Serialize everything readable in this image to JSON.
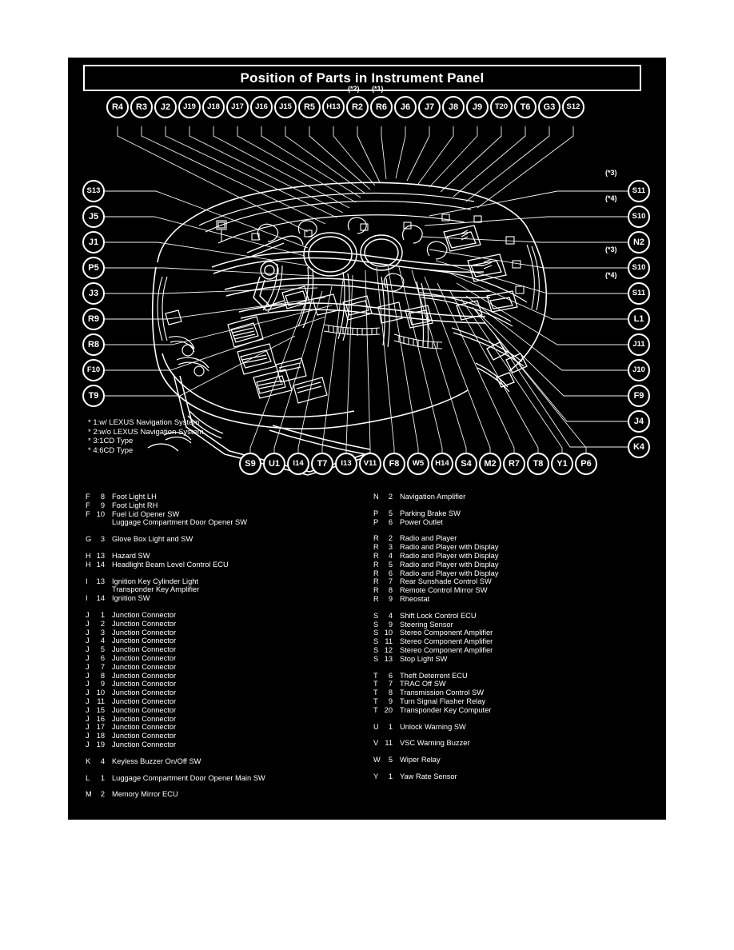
{
  "title": "Position of Parts in Instrument Panel",
  "footnotes": [
    "* 1:w/ LEXUS Navigation System",
    "* 2:w/o LEXUS Navigation System",
    "* 3:1CD Type",
    "* 4:6CD Type"
  ],
  "colors": {
    "panel_background": "#000000",
    "ink": "#ffffff",
    "page_background": "#ffffff"
  },
  "callouts": {
    "top": [
      {
        "label": "R4",
        "note": ""
      },
      {
        "label": "R3",
        "note": ""
      },
      {
        "label": "J2",
        "note": ""
      },
      {
        "label": "J19",
        "note": ""
      },
      {
        "label": "J18",
        "note": ""
      },
      {
        "label": "J17",
        "note": ""
      },
      {
        "label": "J16",
        "note": ""
      },
      {
        "label": "J15",
        "note": ""
      },
      {
        "label": "R5",
        "note": ""
      },
      {
        "label": "H13",
        "note": ""
      },
      {
        "label": "R2",
        "note": "(*2)"
      },
      {
        "label": "R6",
        "note": "(*1)"
      },
      {
        "label": "J6",
        "note": ""
      },
      {
        "label": "J7",
        "note": ""
      },
      {
        "label": "J8",
        "note": ""
      },
      {
        "label": "J9",
        "note": ""
      },
      {
        "label": "T20",
        "note": ""
      },
      {
        "label": "T6",
        "note": ""
      },
      {
        "label": "G3",
        "note": ""
      },
      {
        "label": "S12",
        "note": ""
      }
    ],
    "left": [
      {
        "label": "S13",
        "note": ""
      },
      {
        "label": "J5",
        "note": ""
      },
      {
        "label": "J1",
        "note": ""
      },
      {
        "label": "P5",
        "note": ""
      },
      {
        "label": "J3",
        "note": ""
      },
      {
        "label": "R9",
        "note": ""
      },
      {
        "label": "R8",
        "note": ""
      },
      {
        "label": "F10",
        "note": ""
      },
      {
        "label": "T9",
        "note": ""
      }
    ],
    "right": [
      {
        "label": "S11",
        "note": "(*3)"
      },
      {
        "label": "S10",
        "note": "(*4)"
      },
      {
        "label": "N2",
        "note": ""
      },
      {
        "label": "S10",
        "note": "(*3)"
      },
      {
        "label": "S11",
        "note": "(*4)"
      },
      {
        "label": "L1",
        "note": ""
      },
      {
        "label": "J11",
        "note": ""
      },
      {
        "label": "J10",
        "note": ""
      },
      {
        "label": "F9",
        "note": ""
      },
      {
        "label": "J4",
        "note": ""
      },
      {
        "label": "K4",
        "note": ""
      }
    ],
    "bottom": [
      {
        "label": "S9",
        "note": ""
      },
      {
        "label": "U1",
        "note": ""
      },
      {
        "label": "I14",
        "note": ""
      },
      {
        "label": "T7",
        "note": ""
      },
      {
        "label": "I13",
        "note": ""
      },
      {
        "label": "V11",
        "note": ""
      },
      {
        "label": "F8",
        "note": ""
      },
      {
        "label": "W5",
        "note": ""
      },
      {
        "label": "H14",
        "note": ""
      },
      {
        "label": "S4",
        "note": ""
      },
      {
        "label": "M2",
        "note": ""
      },
      {
        "label": "R7",
        "note": ""
      },
      {
        "label": "T8",
        "note": ""
      },
      {
        "label": "Y1",
        "note": ""
      },
      {
        "label": "P6",
        "note": ""
      }
    ]
  },
  "legend_left": [
    {
      "code": "F",
      "num": "8",
      "desc": "Foot Light LH"
    },
    {
      "code": "F",
      "num": "9",
      "desc": "Foot Light RH"
    },
    {
      "code": "F",
      "num": "10",
      "desc": "Fuel Lid Opener SW"
    },
    {
      "code": "",
      "num": "",
      "desc": "Luggage Compartment Door Opener SW",
      "sub": true
    },
    {
      "gap": true
    },
    {
      "code": "G",
      "num": "3",
      "desc": "Glove Box Light and SW"
    },
    {
      "gap": true
    },
    {
      "code": "H",
      "num": "13",
      "desc": "Hazard SW"
    },
    {
      "code": "H",
      "num": "14",
      "desc": "Headlight Beam Level Control ECU"
    },
    {
      "gap": true
    },
    {
      "code": "I",
      "num": "13",
      "desc": "Ignition Key Cylinder Light"
    },
    {
      "code": "",
      "num": "",
      "desc": "Transponder Key Amplifier",
      "sub": true
    },
    {
      "code": "I",
      "num": "14",
      "desc": "Ignition SW"
    },
    {
      "gap": true
    },
    {
      "code": "J",
      "num": "1",
      "desc": "Junction Connector"
    },
    {
      "code": "J",
      "num": "2",
      "desc": "Junction Connector"
    },
    {
      "code": "J",
      "num": "3",
      "desc": "Junction Connector"
    },
    {
      "code": "J",
      "num": "4",
      "desc": "Junction Connector"
    },
    {
      "code": "J",
      "num": "5",
      "desc": "Junction Connector"
    },
    {
      "code": "J",
      "num": "6",
      "desc": "Junction Connector"
    },
    {
      "code": "J",
      "num": "7",
      "desc": "Junction Connector"
    },
    {
      "code": "J",
      "num": "8",
      "desc": "Junction Connector"
    },
    {
      "code": "J",
      "num": "9",
      "desc": "Junction Connector"
    },
    {
      "code": "J",
      "num": "10",
      "desc": "Junction Connector"
    },
    {
      "code": "J",
      "num": "11",
      "desc": "Junction Connector"
    },
    {
      "code": "J",
      "num": "15",
      "desc": "Junction Connector"
    },
    {
      "code": "J",
      "num": "16",
      "desc": "Junction Connector"
    },
    {
      "code": "J",
      "num": "17",
      "desc": "Junction Connector"
    },
    {
      "code": "J",
      "num": "18",
      "desc": "Junction Connector"
    },
    {
      "code": "J",
      "num": "19",
      "desc": "Junction Connector"
    },
    {
      "gap": true
    },
    {
      "code": "K",
      "num": "4",
      "desc": "Keyless Buzzer On/Off SW"
    },
    {
      "gap": true
    },
    {
      "code": "L",
      "num": "1",
      "desc": "Luggage Compartment Door Opener Main SW"
    },
    {
      "gap": true
    },
    {
      "code": "M",
      "num": "2",
      "desc": "Memory Mirror ECU"
    }
  ],
  "legend_right": [
    {
      "code": "N",
      "num": "2",
      "desc": "Navigation Amplifier"
    },
    {
      "gap": true
    },
    {
      "code": "P",
      "num": "5",
      "desc": "Parking Brake SW"
    },
    {
      "code": "P",
      "num": "6",
      "desc": "Power Outlet"
    },
    {
      "gap": true
    },
    {
      "code": "R",
      "num": "2",
      "desc": "Radio and Player"
    },
    {
      "code": "R",
      "num": "3",
      "desc": "Radio and Player with Display"
    },
    {
      "code": "R",
      "num": "4",
      "desc": "Radio and Player with Display"
    },
    {
      "code": "R",
      "num": "5",
      "desc": "Radio and Player with Display"
    },
    {
      "code": "R",
      "num": "6",
      "desc": "Radio and Player with Display"
    },
    {
      "code": "R",
      "num": "7",
      "desc": "Rear Sunshade Control SW"
    },
    {
      "code": "R",
      "num": "8",
      "desc": "Remote Control Mirror SW"
    },
    {
      "code": "R",
      "num": "9",
      "desc": "Rheostat"
    },
    {
      "gap": true
    },
    {
      "code": "S",
      "num": "4",
      "desc": "Shift Lock Control ECU"
    },
    {
      "code": "S",
      "num": "9",
      "desc": "Steering Sensor"
    },
    {
      "code": "S",
      "num": "10",
      "desc": "Stereo Component Amplifier"
    },
    {
      "code": "S",
      "num": "11",
      "desc": "Stereo Component Amplifier"
    },
    {
      "code": "S",
      "num": "12",
      "desc": "Stereo Component Amplifier"
    },
    {
      "code": "S",
      "num": "13",
      "desc": "Stop Light SW"
    },
    {
      "gap": true
    },
    {
      "code": "T",
      "num": "6",
      "desc": "Theft Deterrent ECU"
    },
    {
      "code": "T",
      "num": "7",
      "desc": "TRAC Off SW"
    },
    {
      "code": "T",
      "num": "8",
      "desc": "Transmission Control SW"
    },
    {
      "code": "T",
      "num": "9",
      "desc": "Turn Signal Flasher Relay"
    },
    {
      "code": "T",
      "num": "20",
      "desc": "Transponder Key Computer"
    },
    {
      "gap": true
    },
    {
      "code": "U",
      "num": "1",
      "desc": "Unlock Warning SW"
    },
    {
      "gap": true
    },
    {
      "code": "V",
      "num": "11",
      "desc": "VSC Warning Buzzer"
    },
    {
      "gap": true
    },
    {
      "code": "W",
      "num": "5",
      "desc": "Wiper Relay"
    },
    {
      "gap": true
    },
    {
      "code": "Y",
      "num": "1",
      "desc": "Yaw Rate Sensor"
    }
  ]
}
